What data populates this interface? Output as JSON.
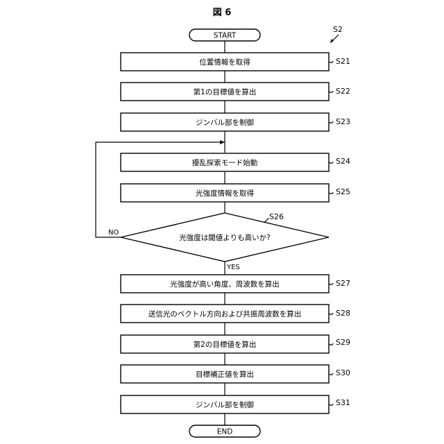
{
  "figure_title": "図 6",
  "flow_ref": "S2",
  "start_label": "START",
  "end_label": "END",
  "steps": [
    {
      "id": "S21",
      "text": "位置情報を取得"
    },
    {
      "id": "S22",
      "text": "第1の目標値を算出"
    },
    {
      "id": "S23",
      "text": "ジンバル部を制御"
    },
    {
      "id": "S24",
      "text": "擾乱探索モード始動"
    },
    {
      "id": "S25",
      "text": "光強度情報を取得"
    },
    {
      "id": "S27",
      "text": "光強度が高い角度、周波数を算出"
    },
    {
      "id": "S28",
      "text": "送信光のベクトル方向および共振周波数を算出"
    },
    {
      "id": "S29",
      "text": "第2の目標値を算出"
    },
    {
      "id": "S30",
      "text": "目標補正値を算出"
    },
    {
      "id": "S31",
      "text": "ジンバル部を制御"
    }
  ],
  "decision": {
    "id": "S26",
    "text": "光強度は閾値よりも高いか?",
    "yes_label": "YES",
    "no_label": "NO"
  }
}
